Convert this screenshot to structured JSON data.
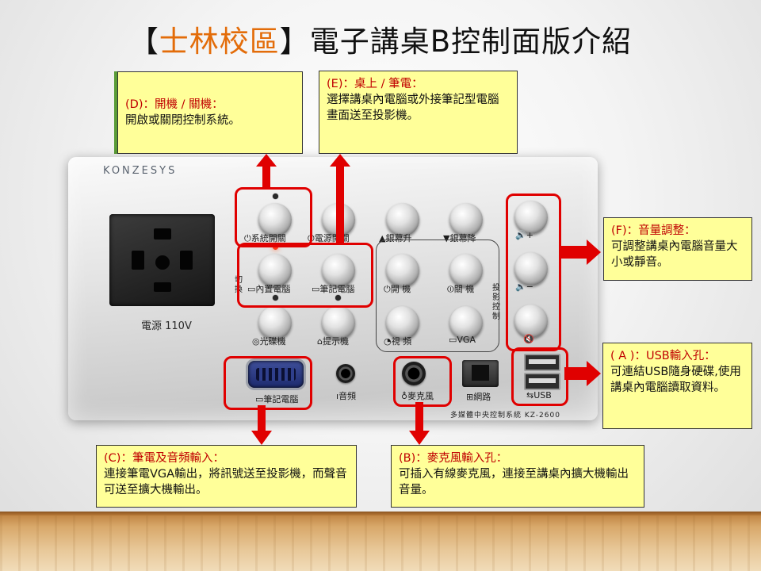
{
  "slide": {
    "title_open": "【",
    "title_campus": "士林校區",
    "title_close": "】",
    "title_rest": "電子講桌B控制面版介紹"
  },
  "device": {
    "brand": "KONZESYS",
    "power_label": "電源 110V",
    "model_text": "多媒體中央控制系統 KZ-2600",
    "buttons": {
      "system_power": "系統開關",
      "electric_power": "電源開關",
      "screen_up": "銀幕升",
      "screen_down": "銀幕降",
      "internal_pc": "內置電腦",
      "laptop": "筆記電腦",
      "projector_on": "開 機",
      "projector_off": "關 機",
      "dvd": "光碟機",
      "visualizer": "提示機",
      "video": "視 頻",
      "vga": "VGA",
      "volume_up": "+",
      "volume_down": "−",
      "mute": "靜音",
      "switch_label": "切換",
      "projector_label": "投影控制"
    },
    "ports": {
      "laptop_vga": "筆記電腦",
      "audio": "音頻",
      "mic": "麥克風",
      "network": "網路",
      "usb": "USB"
    }
  },
  "callouts": {
    "D": {
      "head": "(D)：開機 / 關機：",
      "body": "開啟或關閉控制系統。"
    },
    "E": {
      "head": "(E)：桌上 / 筆電：",
      "body": "選擇講桌內電腦或外接筆記型電腦畫面送至投影機。"
    },
    "F": {
      "head": "(F)：音量調整：",
      "body": "可調整講桌內電腦音量大小或靜音。"
    },
    "A": {
      "head": "( A )：USB輸入孔：",
      "body": "可連結USB隨身硬碟,使用講桌內電腦讀取資料。"
    },
    "C": {
      "head": "(C)：筆電及音頻輸入：",
      "body": "連接筆電VGA輸出，將訊號送至投影機，而聲音可送至擴大機輸出。"
    },
    "B": {
      "head": "(B)：麥克風輸入孔：",
      "body": "可插入有線麥克風，連接至講桌內擴大機輸出音量。"
    }
  },
  "colors": {
    "campus_title": "#e36c09",
    "callout_fill": "#ffff99",
    "callout_heading": "#c00000",
    "highlight_red": "#e00000",
    "accent_green": "#5a9c36"
  }
}
